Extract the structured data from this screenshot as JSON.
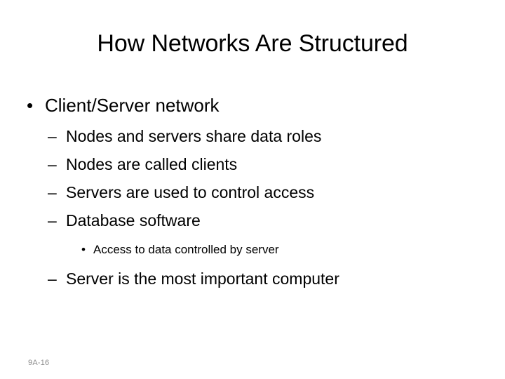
{
  "slide": {
    "title": "How Networks Are Structured",
    "footer_number": "9A-16",
    "colors": {
      "background": "#ffffff",
      "text": "#000000",
      "footer_text": "#8c8c8c"
    },
    "bullets": [
      {
        "level": 1,
        "marker": "•",
        "text": "Client/Server network"
      },
      {
        "level": 2,
        "marker": "–",
        "text": "Nodes and servers share data roles"
      },
      {
        "level": 2,
        "marker": "–",
        "text": "Nodes are called clients"
      },
      {
        "level": 2,
        "marker": "–",
        "text": "Servers are used to control access"
      },
      {
        "level": 2,
        "marker": "–",
        "text": "Database software"
      },
      {
        "level": 3,
        "marker": "•",
        "text": "Access to data controlled by server"
      },
      {
        "level": 2,
        "marker": "–",
        "text": "Server is the most important computer"
      }
    ]
  }
}
